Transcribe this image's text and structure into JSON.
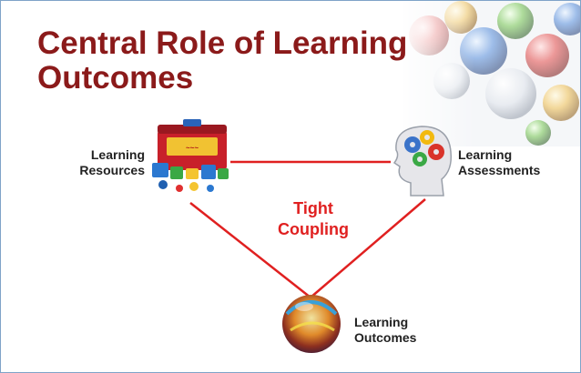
{
  "title": "Central Role of Learning Outcomes",
  "nodes": {
    "resources": {
      "line1": "Learning",
      "line2": "Resources",
      "icon": "toolbox-icon"
    },
    "assessments": {
      "line1": "Learning",
      "line2": "Assessments",
      "icon": "head-gears-icon"
    },
    "outcomes": {
      "line1": "Learning",
      "line2": "Outcomes",
      "icon": "marble-icon"
    }
  },
  "center_label": {
    "line1": "Tight",
    "line2": "Coupling"
  },
  "colors": {
    "title": "#8b1a1a",
    "connector": "#e02020",
    "label": "#222222"
  }
}
